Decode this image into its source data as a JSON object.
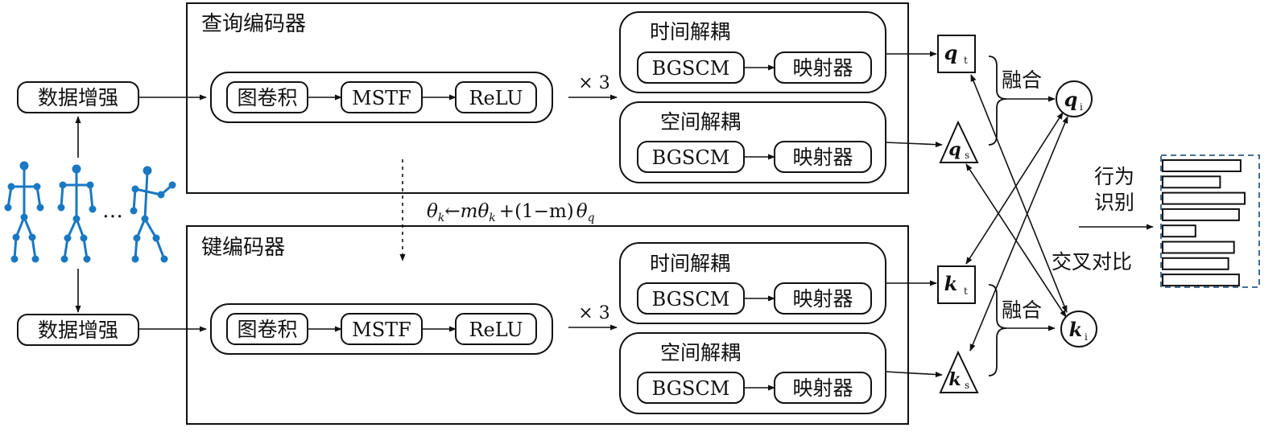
{
  "augment": [
    "数据增强",
    "数据增强"
  ],
  "query_encoder": {
    "title": "查询编码器",
    "pipeline": [
      "图卷积",
      "MSTF",
      "ReLU"
    ],
    "repeat": "× 3",
    "temporal": {
      "title": "时间解耦",
      "blocks": [
        "BGSCM",
        "映射器"
      ]
    },
    "spatial": {
      "title": "空间解耦",
      "blocks": [
        "BGSCM",
        "映射器"
      ]
    }
  },
  "key_encoder": {
    "title": "键编码器",
    "pipeline": [
      "图卷积",
      "MSTF",
      "ReLU"
    ],
    "repeat": "× 3",
    "temporal": {
      "title": "时间解耦",
      "blocks": [
        "BGSCM",
        "映射器"
      ]
    },
    "spatial": {
      "title": "空间解耦",
      "blocks": [
        "BGSCM",
        "映射器"
      ]
    }
  },
  "momentum": {
    "theta": "θ",
    "k": "k",
    "q": "q",
    "m": "m",
    "arrow": "←",
    "plus": "+",
    "one_minus_m": "(1−m)"
  },
  "outputs": {
    "qt": {
      "main": "q",
      "sub": "t"
    },
    "qs": {
      "main": "q",
      "sub": "s"
    },
    "qi": {
      "main": "q",
      "sub": "i"
    },
    "kt": {
      "main": "k",
      "sub": "t"
    },
    "ks": {
      "main": "k",
      "sub": "s"
    },
    "ki": {
      "main": "k",
      "sub": "i"
    }
  },
  "fusion": "融合",
  "cross_contrast": "交叉对比",
  "action_recognition": [
    "行为",
    "识别"
  ],
  "ellipsis": "…",
  "recognition_bars": [
    0.95,
    0.7,
    1.0,
    0.93,
    0.4,
    0.87,
    0.8,
    0.93
  ],
  "colors": {
    "skeleton": "#1a78c2",
    "line": "#111111",
    "dashed_border": "#2e5d8c"
  }
}
